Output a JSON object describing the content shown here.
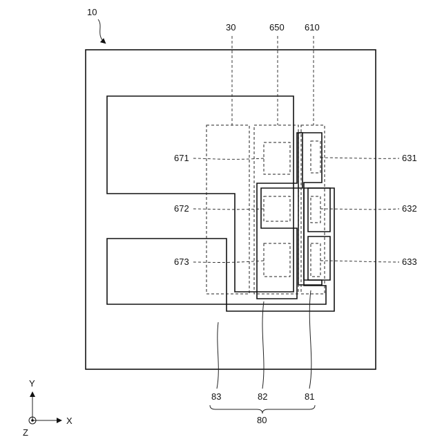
{
  "labels": {
    "device": "10",
    "region_30": "30",
    "region_650": "650",
    "region_610": "610",
    "ref_671": "671",
    "ref_672": "672",
    "ref_673": "673",
    "ref_631": "631",
    "ref_632": "632",
    "ref_633": "633",
    "wire_83": "83",
    "wire_82": "82",
    "wire_81": "81",
    "group_80": "80"
  },
  "axes": {
    "y_label": "Y",
    "x_label": "X",
    "z_label": "Z"
  },
  "colors": {
    "line": "#111111",
    "background": "#ffffff"
  }
}
